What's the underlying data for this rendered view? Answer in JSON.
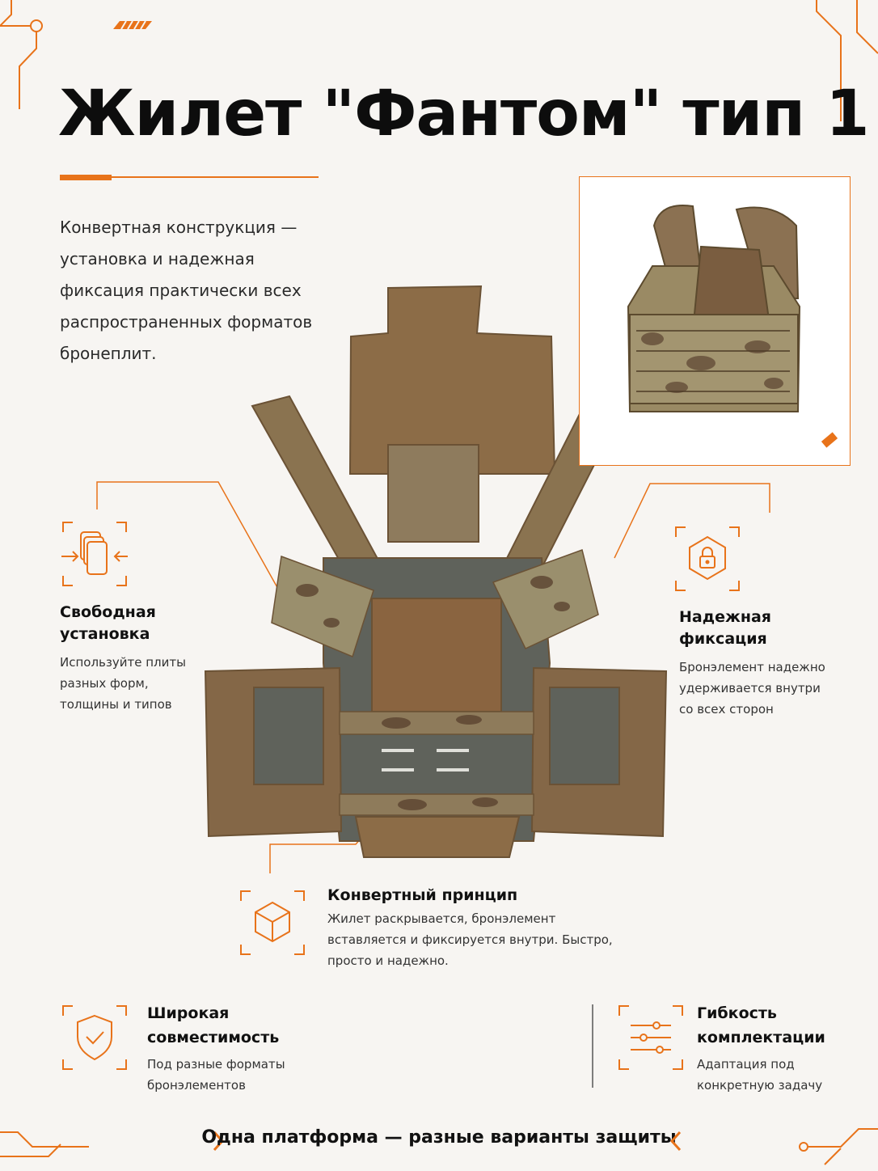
{
  "header": {
    "title": "Жилет \"Фантом\" тип 1",
    "intro": "Конвертная конструкция — установка и надежная фиксация практически всех распространенных форматов бронеплит."
  },
  "features": {
    "free_install": {
      "title_line1": "Свободная",
      "title_line2": "установка",
      "desc_line1": "Используйте плиты",
      "desc_line2": "разных форм,",
      "desc_line3": "толщины и типов",
      "icon": "stacked-plates-arrows-icon"
    },
    "reliable_fix": {
      "title_line1": "Надежная",
      "title_line2": "фиксация",
      "desc_line1": "Бронэлемент надежно",
      "desc_line2": "удерживается внутри",
      "desc_line3": "со всех сторон",
      "icon": "hexagon-lock-icon"
    },
    "envelope": {
      "title": "Конвертный принцип",
      "desc_line1": "Жилет раскрывается, бронэлемент",
      "desc_line2": "вставляется и фиксируется внутри. Быстро,",
      "desc_line3": "просто и надежно.",
      "icon": "cube-icon"
    },
    "compat": {
      "title_line1": "Широкая",
      "title_line2": "совместимость",
      "desc_line1": "Под разные форматы",
      "desc_line2": "бронэлементов",
      "icon": "shield-check-icon"
    },
    "flex": {
      "title_line1": "Гибкость",
      "title_line2": "комплектации",
      "desc_line1": "Адаптация под",
      "desc_line2": "конкретную задачу",
      "icon": "sliders-icon"
    }
  },
  "footer": {
    "tagline": "Одна платформа — разные варианты защиты"
  },
  "colors": {
    "accent": "#e8731a",
    "background": "#f7f5f2",
    "coyote": "#8a6a45",
    "grey_panel": "#5d5f58"
  }
}
